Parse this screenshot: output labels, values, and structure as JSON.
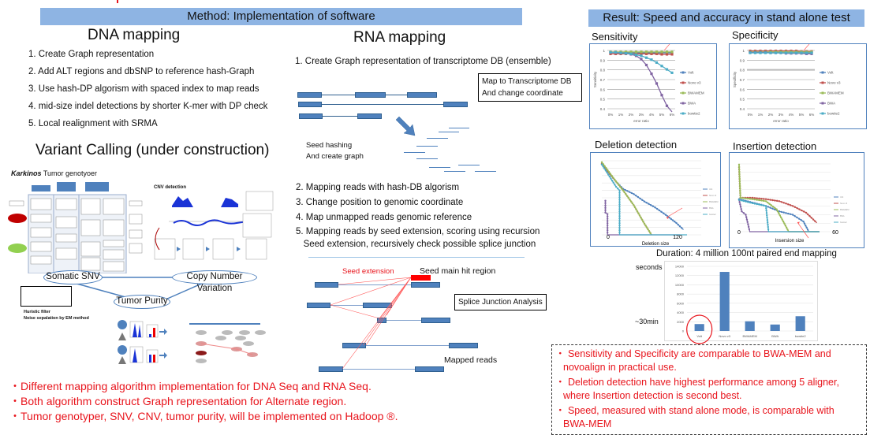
{
  "method_banner": "Method: Implementation of  software",
  "result_banner": "Result:  Speed and accuracy in stand alone test",
  "dna": {
    "title": "DNA mapping",
    "steps": [
      "1. Create Graph representation",
      "2. Add ALT regions and dbSNP to reference hash-Graph",
      "3. Use hash-DP algorism with spaced index to map reads",
      "4. mid-size indel detections by shorter K-mer with DP check",
      "5. Local realignment with SRMA"
    ]
  },
  "variant": {
    "title": "Variant Calling (under construction)",
    "karkinos_name": "Karkinos",
    "karkinos_sub": "Tumor genotyoer",
    "cnv_title": "CNV detection",
    "nodes": {
      "snv": "Somatic SNV",
      "cnv": "Copy Number Variation",
      "purity": "Tumor Purity"
    },
    "filter_notes": [
      "Huristic filter",
      "Noise sepalation by EM method"
    ]
  },
  "rna": {
    "title": "RNA mapping",
    "step1": "1. Create Graph representation of transcriptome DB (ensemble)",
    "map_box": [
      "Map to Transcriptome DB",
      "And change coordinate"
    ],
    "seed_text": [
      "Seed hashing",
      "And create  graph"
    ],
    "steps": [
      "2. Mapping reads with hash-DB algorism",
      "3. Change position to genomic coordinate",
      "4. Map unmapped reads genomic reference",
      "5. Mapping reads by seed extension,  scoring using recursion",
      "   Seed extension, recursively check possible splice junction"
    ],
    "seed_extension": "Seed extension",
    "seed_main_hit": "Seed main hit region",
    "splice_box": "Splice Junction Analysis",
    "mapped_reads": "Mapped reads"
  },
  "bottom_bullets": [
    "・Different mapping algorithm implementation for  DNA Seq and RNA Seq.",
    "・Both algorithm construct Graph representation for Alternate region.",
    "・Tumor genotyper, SNV, CNV, tumor purity, will be implemented on Hadoop ®."
  ],
  "result_bullets": [
    [
      "・ Sensitivity and Specificity  are  comparable to BWA-MEM and",
      "novoalign  in practical use."
    ],
    [
      "・ Deletion detection  have highest performance among 5 aligner,",
      "where Insertion detection is second best."
    ],
    [
      "・ Speed, measured with stand alone mode, is   comparable with",
      "BWA-MEM"
    ]
  ],
  "chart_data": [
    {
      "type": "line",
      "title": "Sensitivity",
      "xlabel": "error ratio",
      "ylabel": "Sensitivity",
      "x": [
        "0%",
        "0.5%",
        "1%",
        "1.5%",
        "2%",
        "2.5%",
        "3%",
        "3.5%",
        "4%",
        "4.5%",
        "5%",
        "5.5%",
        "6%"
      ],
      "ylim": [
        0.4,
        1
      ],
      "yticks": [
        0.4,
        0.5,
        0.6,
        0.7,
        0.8,
        0.9,
        1
      ],
      "xticks": [
        "0%",
        "1%",
        "2%",
        "3%",
        "4%",
        "5%",
        "6%"
      ],
      "legend": "right",
      "series": [
        {
          "name": "Volt",
          "color": "#4f81bd",
          "values": [
            0.98,
            0.98,
            0.98,
            0.98,
            0.975,
            0.975,
            0.975,
            0.975,
            0.975,
            0.975,
            0.975,
            0.975,
            0.975
          ]
        },
        {
          "name": "Novo v3",
          "color": "#c0504d",
          "values": [
            0.965,
            0.965,
            0.965,
            0.965,
            0.965,
            0.965,
            0.965,
            0.965,
            0.965,
            0.965,
            0.96,
            0.96,
            0.96
          ]
        },
        {
          "name": "BWAMEM",
          "color": "#9bbb59",
          "values": [
            0.985,
            0.985,
            0.985,
            0.985,
            0.985,
            0.985,
            0.985,
            0.985,
            0.985,
            0.985,
            0.985,
            0.985,
            0.985
          ]
        },
        {
          "name": "BWA",
          "color": "#8064a2",
          "values": [
            0.98,
            0.98,
            0.975,
            0.97,
            0.96,
            0.945,
            0.91,
            0.85,
            0.76,
            0.66,
            0.54,
            0.43,
            0.36
          ]
        },
        {
          "name": "bowtie2",
          "color": "#4bacc6",
          "values": [
            0.98,
            0.98,
            0.975,
            0.97,
            0.965,
            0.955,
            0.945,
            0.925,
            0.905,
            0.875,
            0.84,
            0.805,
            0.77
          ]
        }
      ]
    },
    {
      "type": "line",
      "title": "Specificity",
      "xlabel": "error ratio",
      "ylabel": "Specificity",
      "x": [
        "0%",
        "0.5%",
        "1%",
        "1.5%",
        "2%",
        "2.5%",
        "3%",
        "3.5%",
        "4%",
        "4.5%",
        "5%",
        "5.5%",
        "6%"
      ],
      "ylim": [
        0.4,
        1
      ],
      "yticks": [
        0.4,
        0.5,
        0.6,
        0.7,
        0.8,
        0.9,
        1
      ],
      "xticks": [
        "0%",
        "1%",
        "2%",
        "3%",
        "4%",
        "5%",
        "6%"
      ],
      "legend": "right",
      "series": [
        {
          "name": "Volt",
          "color": "#4f81bd",
          "values": [
            0.98,
            0.98,
            0.98,
            0.98,
            0.98,
            0.98,
            0.98,
            0.98,
            0.98,
            0.98,
            0.98,
            0.98,
            0.98
          ]
        },
        {
          "name": "Novo v3",
          "color": "#c0504d",
          "values": [
            0.995,
            0.995,
            0.995,
            0.995,
            0.995,
            0.995,
            0.995,
            0.995,
            0.995,
            0.995,
            0.99,
            0.99,
            0.99
          ]
        },
        {
          "name": "BWAMEM",
          "color": "#9bbb59",
          "values": [
            0.985,
            0.985,
            0.985,
            0.985,
            0.985,
            0.985,
            0.985,
            0.985,
            0.985,
            0.985,
            0.985,
            0.985,
            0.985
          ]
        },
        {
          "name": "BWA",
          "color": "#8064a2",
          "values": [
            0.98,
            0.98,
            0.98,
            0.98,
            0.975,
            0.975,
            0.975,
            0.97,
            0.97,
            0.97,
            0.97,
            0.965,
            0.965
          ]
        },
        {
          "name": "bowtie2",
          "color": "#4bacc6",
          "values": [
            0.975,
            0.975,
            0.975,
            0.975,
            0.975,
            0.975,
            0.975,
            0.975,
            0.975,
            0.975,
            0.975,
            0.975,
            0.975
          ]
        }
      ]
    },
    {
      "type": "line",
      "title": "Deletion detection",
      "xlabel": "Deletion size",
      "x_range_labels": [
        "0",
        "120"
      ],
      "xlim": [
        0,
        120
      ],
      "ylim": [
        0,
        1
      ],
      "legend": "right",
      "series": [
        {
          "name": "Volt",
          "color": "#4f81bd",
          "values": [
            [
              0,
              0.95
            ],
            [
              20,
              0.72
            ],
            [
              30,
              0.62
            ],
            [
              45,
              0.55
            ],
            [
              60,
              0.45
            ],
            [
              75,
              0.37
            ],
            [
              90,
              0.27
            ],
            [
              105,
              0.16
            ],
            [
              115,
              0.07
            ]
          ]
        },
        {
          "name": "Novo v3",
          "color": "#c0504d",
          "values": [
            [
              0,
              0.96
            ],
            [
              20,
              0.72
            ],
            [
              30,
              0.6
            ],
            [
              45,
              0.4
            ],
            [
              60,
              0.15
            ],
            [
              70,
              0.0
            ]
          ]
        },
        {
          "name": "BWAMEM",
          "color": "#9bbb59",
          "values": [
            [
              0,
              0.98
            ],
            [
              20,
              0.72
            ],
            [
              30,
              0.6
            ],
            [
              45,
              0.4
            ],
            [
              60,
              0.15
            ],
            [
              70,
              0.0
            ]
          ]
        },
        {
          "name": "BWA",
          "color": "#8064a2",
          "values": [
            [
              5,
              0.46
            ],
            [
              5,
              0.3
            ],
            [
              8,
              0.28
            ],
            [
              8,
              0.0
            ],
            [
              110,
              0.0
            ]
          ]
        },
        {
          "name": "bowtie2",
          "color": "#4bacc6",
          "values": [
            [
              0,
              0.95
            ],
            [
              20,
              0.65
            ],
            [
              25,
              0.6
            ],
            [
              25,
              0.0
            ],
            [
              120,
              0.0
            ]
          ]
        }
      ]
    },
    {
      "type": "line",
      "title": "Insertion detection",
      "xlabel": "Insersion   size",
      "x_range_labels": [
        "0",
        "60"
      ],
      "xlim": [
        0,
        60
      ],
      "ylim": [
        0,
        1
      ],
      "legend": "right",
      "series": [
        {
          "name": "Volt",
          "color": "#4f81bd",
          "values": [
            [
              0,
              0.48
            ],
            [
              10,
              0.43
            ],
            [
              20,
              0.38
            ],
            [
              30,
              0.3
            ],
            [
              40,
              0.25
            ],
            [
              48,
              0.15
            ],
            [
              52,
              0.0
            ],
            [
              60,
              0.0
            ]
          ]
        },
        {
          "name": "Novo v3",
          "color": "#c0504d",
          "values": [
            [
              0,
              0.95
            ],
            [
              1,
              0.5
            ],
            [
              10,
              0.5
            ],
            [
              20,
              0.48
            ],
            [
              30,
              0.45
            ],
            [
              40,
              0.38
            ],
            [
              50,
              0.28
            ],
            [
              58,
              0.13
            ]
          ]
        },
        {
          "name": "BWAMEM",
          "color": "#9bbb59",
          "values": [
            [
              0,
              0.99
            ],
            [
              1,
              0.5
            ],
            [
              10,
              0.48
            ],
            [
              20,
              0.45
            ],
            [
              28,
              0.33
            ],
            [
              33,
              0.15
            ],
            [
              37,
              0.0
            ],
            [
              60,
              0.0
            ]
          ]
        },
        {
          "name": "BWA",
          "color": "#8064a2",
          "values": [
            [
              0,
              0.47
            ],
            [
              2,
              0.3
            ],
            [
              5,
              0.25
            ],
            [
              8,
              0.0
            ],
            [
              60,
              0.0
            ]
          ]
        },
        {
          "name": "bowtie2",
          "color": "#4bacc6",
          "values": [
            [
              0,
              0.47
            ],
            [
              10,
              0.42
            ],
            [
              20,
              0.38
            ],
            [
              22,
              0.0
            ],
            [
              60,
              0.0
            ]
          ]
        }
      ]
    },
    {
      "type": "bar",
      "title": "Duration: 4 million 100nt paired end mapping",
      "ylabel": "seconds",
      "annotation": "~30min",
      "categories": [
        "Volt",
        "Novo v3",
        "BWAMEM",
        "BWA",
        "bowtie2"
      ],
      "values": [
        1500,
        12800,
        2100,
        1400,
        3200
      ],
      "ylim": [
        0,
        14000
      ],
      "yticks": [
        0,
        2000,
        4000,
        6000,
        8000,
        10000,
        12000,
        14000
      ],
      "highlight": "Volt"
    }
  ]
}
